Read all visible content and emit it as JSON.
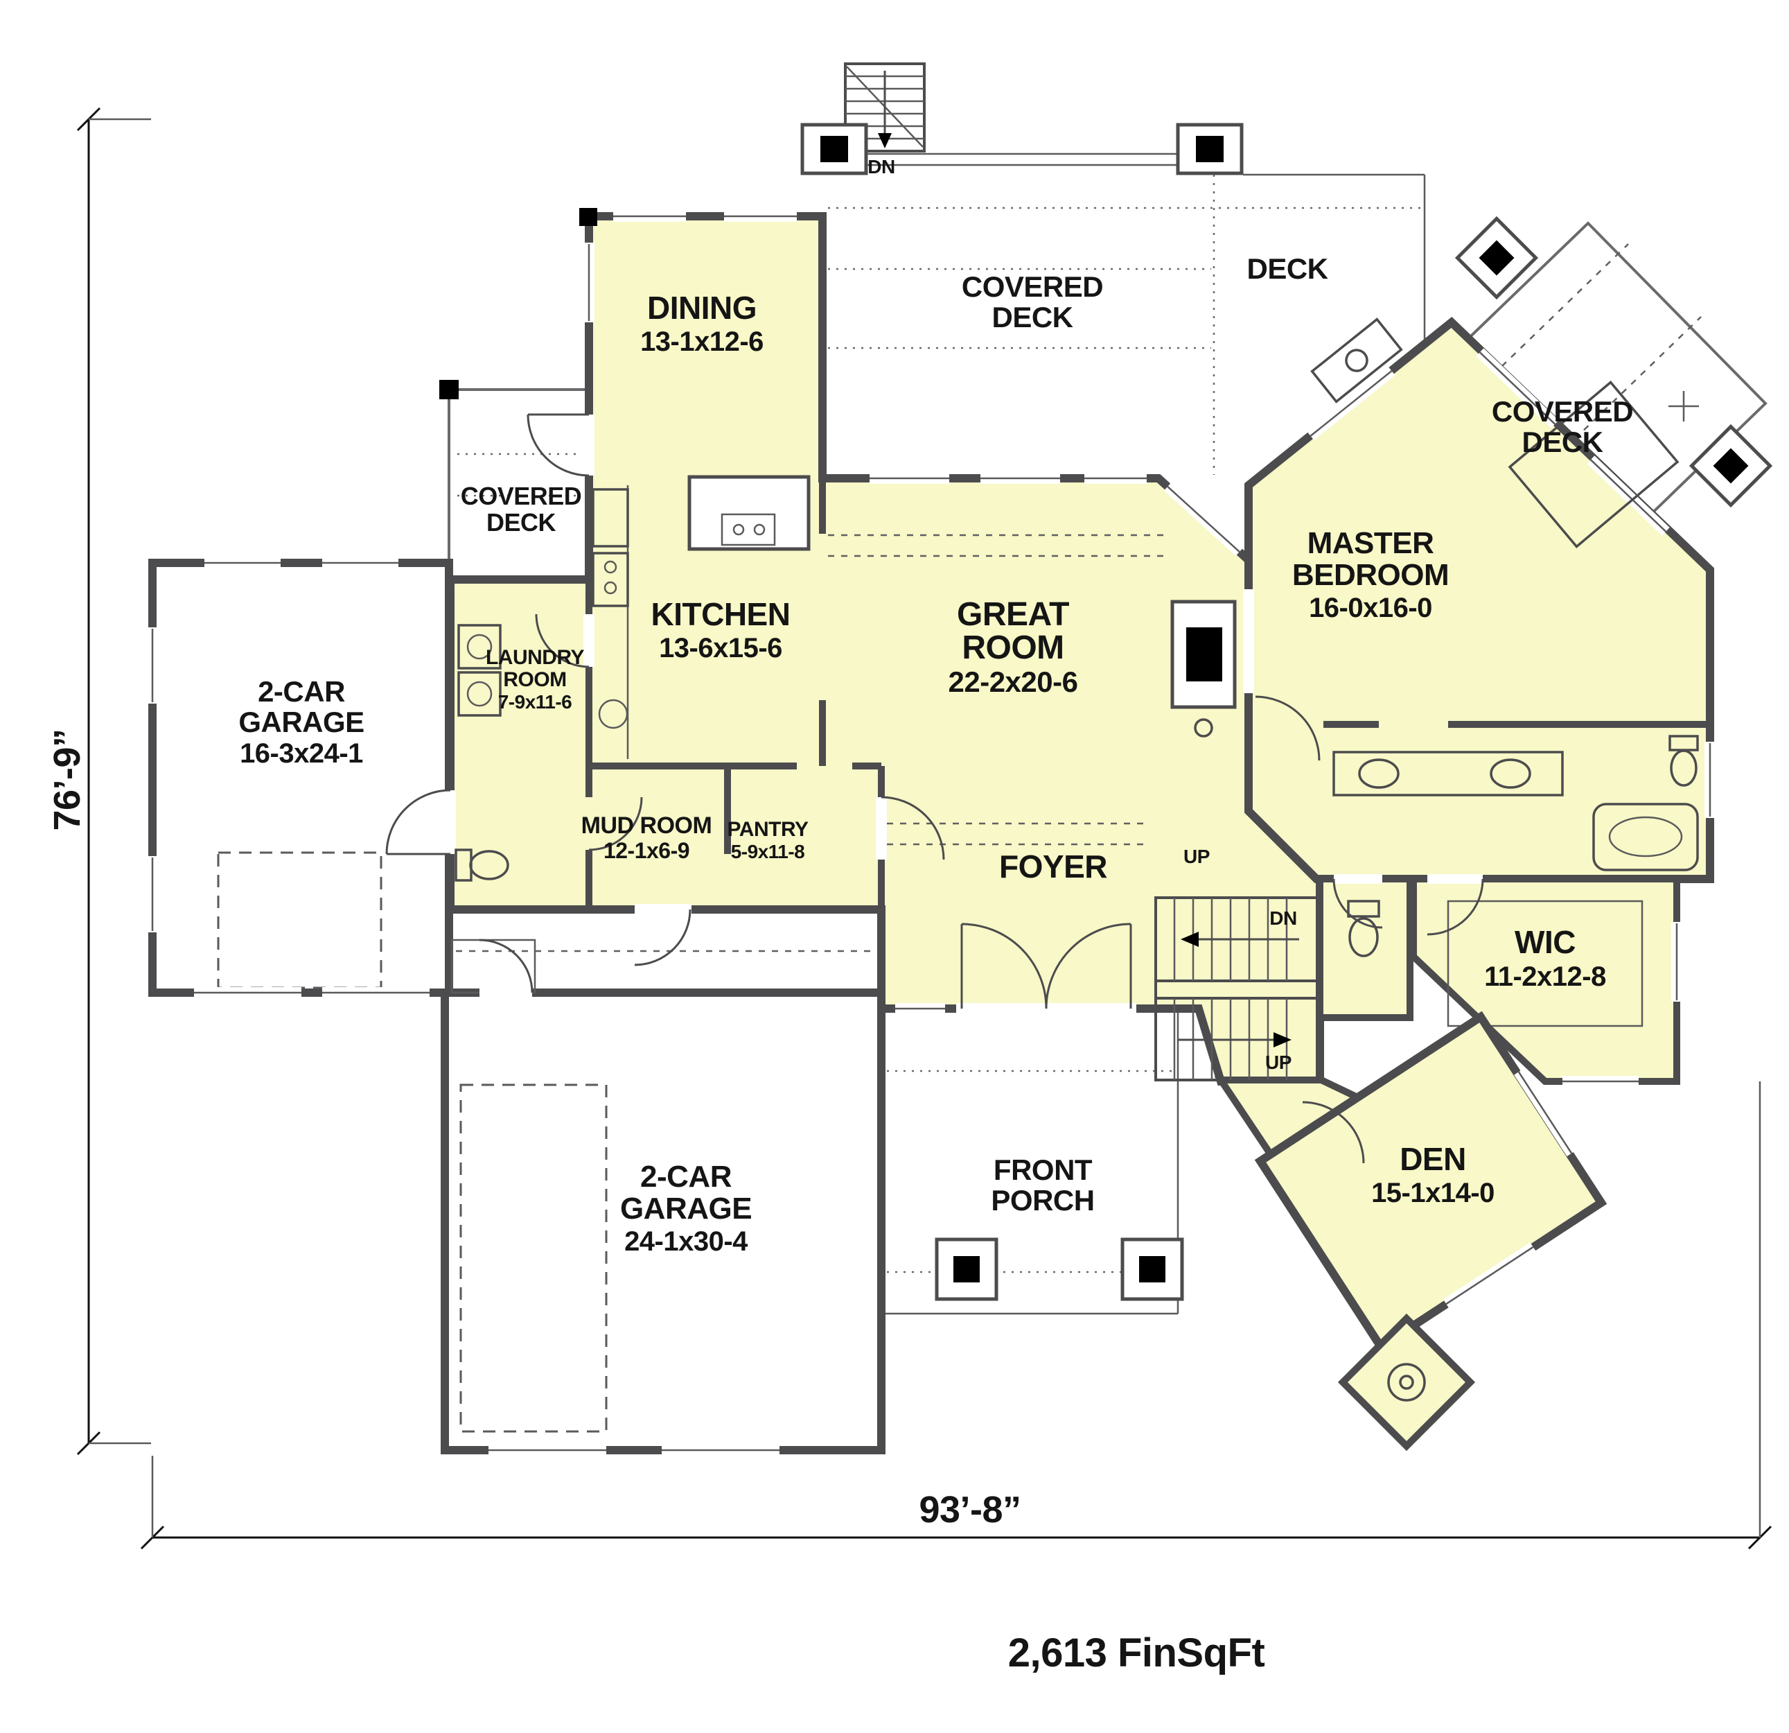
{
  "plan": {
    "area_label": "2,613 FinSqFt",
    "width_dim": "93’-8”",
    "height_dim": "76’-9”"
  },
  "colors": {
    "room_fill": "#f8f8c8",
    "wall": "#4c4c4e",
    "text_color": "#151515"
  },
  "rooms": {
    "dining": {
      "name": "DINING",
      "size": "13-1x12-6"
    },
    "kitchen": {
      "name": "KITCHEN",
      "size": "13-6x15-6"
    },
    "great_room": {
      "l1": "GREAT",
      "l2": "ROOM",
      "size": "22-2x20-6"
    },
    "master_bedroom": {
      "l1": "MASTER",
      "l2": "BEDROOM",
      "size": "16-0x16-0"
    },
    "laundry": {
      "l1": "LAUNDRY",
      "l2": "ROOM",
      "size": "7-9x11-6"
    },
    "mud_room": {
      "name": "MUD ROOM",
      "size": "12-1x6-9"
    },
    "pantry": {
      "name": "PANTRY",
      "size": "5-9x11-8"
    },
    "foyer": {
      "name": "FOYER"
    },
    "wic": {
      "name": "WIC",
      "size": "11-2x12-8"
    },
    "den": {
      "name": "DEN",
      "size": "15-1x14-0"
    },
    "garage_left": {
      "l1": "2-CAR",
      "l2": "GARAGE",
      "size": "16-3x24-1"
    },
    "garage_bottom": {
      "l1": "2-CAR",
      "l2": "GARAGE",
      "size": "24-1x30-4"
    },
    "front_porch": {
      "l1": "FRONT",
      "l2": "PORCH"
    },
    "covered_deck_top": {
      "l1": "COVERED",
      "l2": "DECK"
    },
    "covered_deck_left": {
      "l1": "COVERED",
      "l2": "DECK"
    },
    "covered_deck_right": {
      "l1": "COVERED",
      "l2": "DECK"
    },
    "deck": {
      "name": "DECK"
    }
  },
  "stairs": {
    "deck_dn": "DN",
    "foyer_up": "UP",
    "main_dn": "DN",
    "main_up": "UP"
  }
}
